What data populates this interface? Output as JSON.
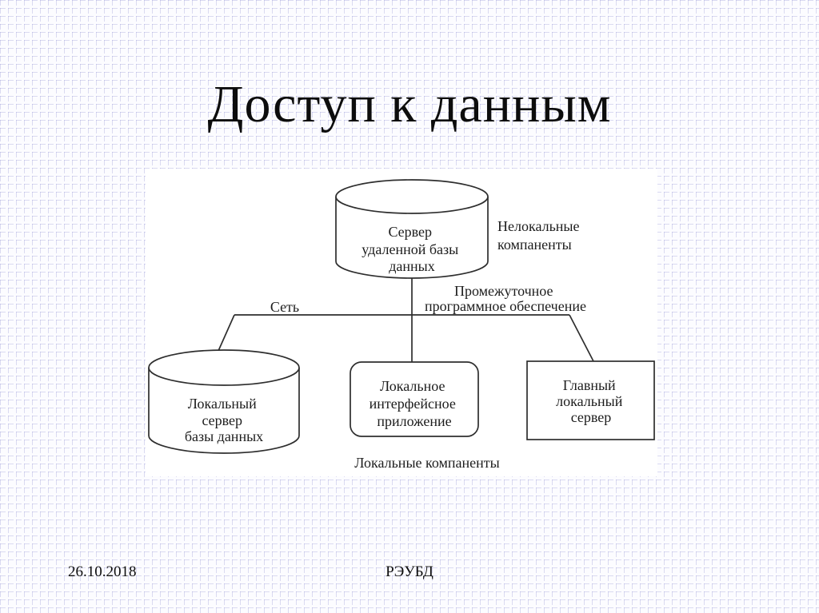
{
  "colors": {
    "bg": "#fcfcff",
    "grid": "#8a8ad04d",
    "ink": "#2e2e2e",
    "text": "#0d0d0d",
    "panel": "#ffffff"
  },
  "slide": {
    "title": "Доступ к данным",
    "footer": {
      "date": "26.10.2018",
      "org": "РЭУБД"
    }
  },
  "diagram": {
    "remote_db": {
      "lines": [
        "Сервер",
        "удаленной базы",
        "данных"
      ]
    },
    "nonlocal_label": {
      "lines": [
        "Нелокальные",
        "компаненты"
      ]
    },
    "network_label": "Сеть",
    "middleware_label": {
      "lines": [
        "Промежуточное",
        "программное обеспечение"
      ]
    },
    "local_db": {
      "lines": [
        "Локальный",
        "сервер",
        "базы данных"
      ]
    },
    "interface_app": {
      "lines": [
        "Локальное",
        "интерфейсное",
        "приложение"
      ]
    },
    "main_server": {
      "lines": [
        "Главный",
        "локальный",
        "сервер"
      ]
    },
    "local_components_label": "Локальные компаненты"
  }
}
